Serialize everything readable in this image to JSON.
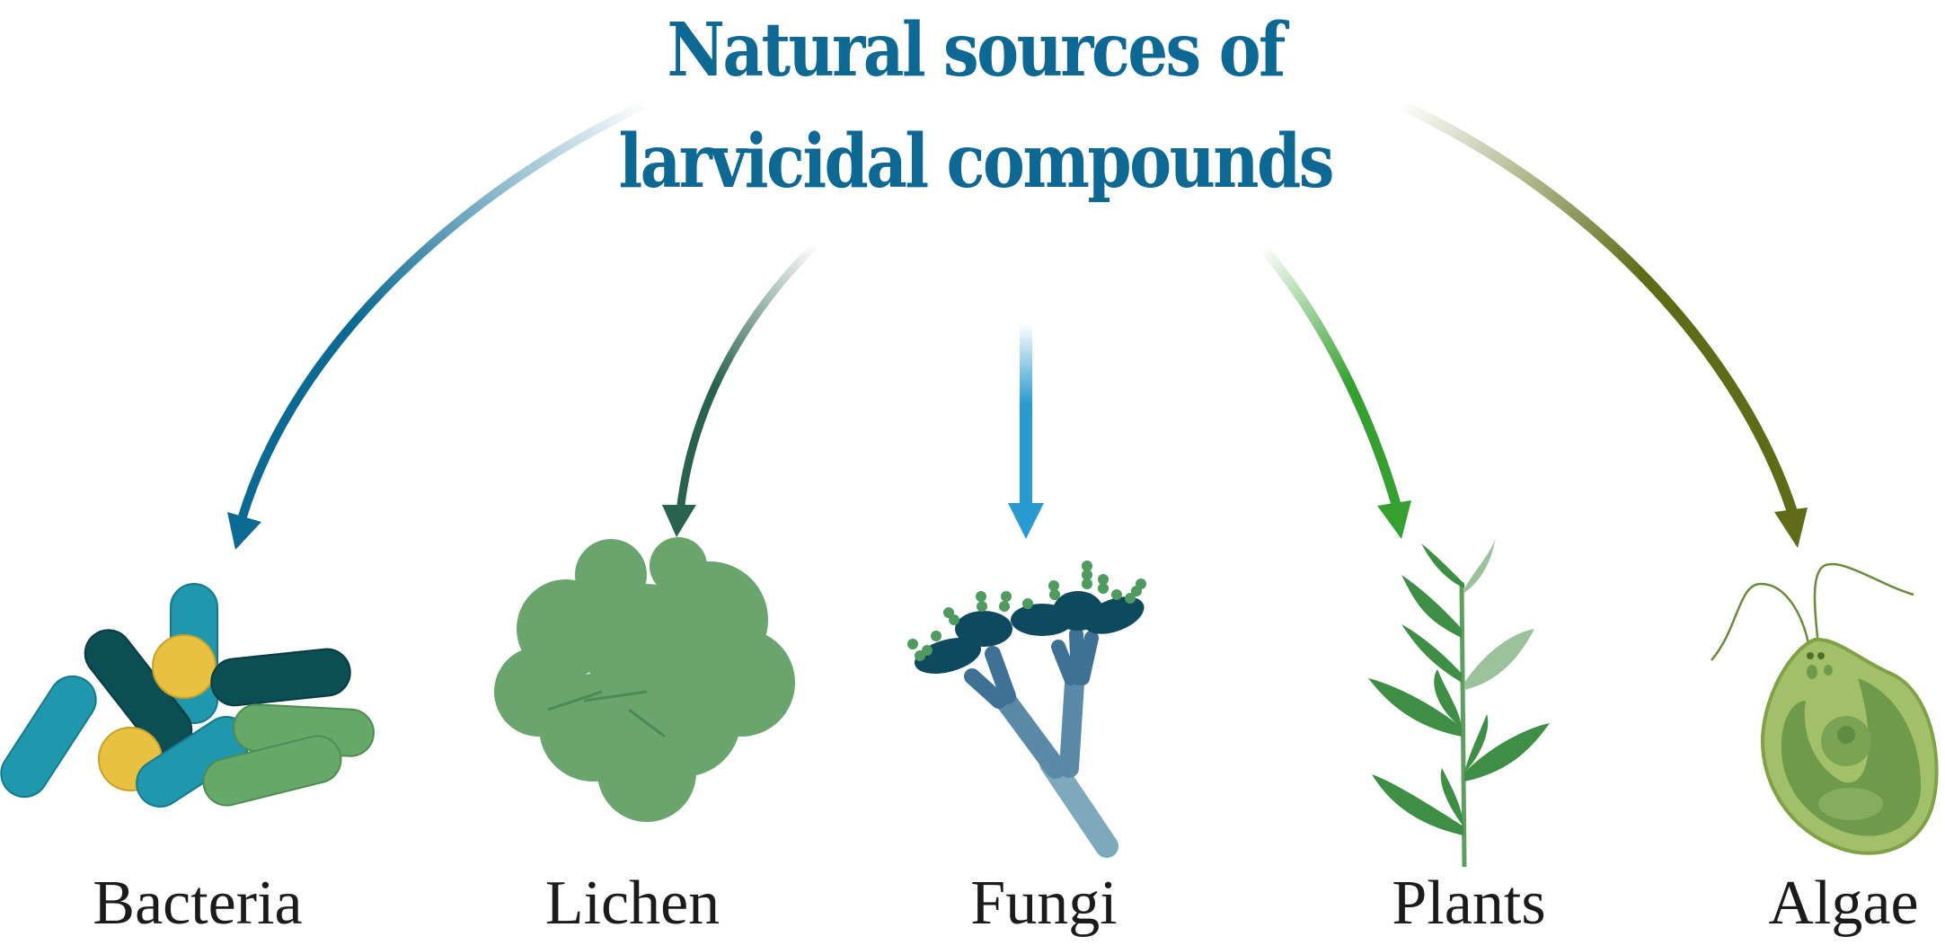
{
  "title": {
    "line1": "Natural sources of",
    "line2": "larvicidal compounds",
    "color": "#0d6894"
  },
  "sources": [
    {
      "label": "Bacteria",
      "arrow_color": "#0b6a93",
      "icon": "bacteria-icon"
    },
    {
      "label": "Lichen",
      "arrow_color": "#2a6250",
      "icon": "lichen-icon"
    },
    {
      "label": "Fungi",
      "arrow_color": "#2a9bd0",
      "icon": "fungi-icon"
    },
    {
      "label": "Plants",
      "arrow_color": "#35a030",
      "icon": "plant-icon"
    },
    {
      "label": "Algae",
      "arrow_color": "#5f6b17",
      "icon": "algae-icon"
    }
  ]
}
